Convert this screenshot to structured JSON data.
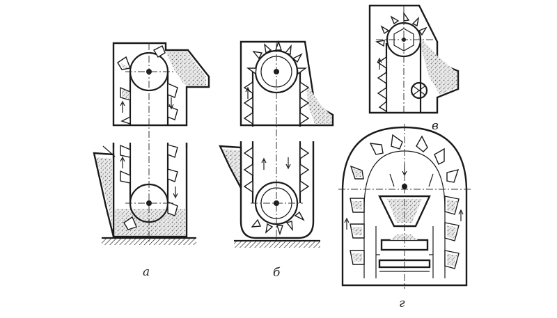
{
  "figure": {
    "panels": [
      {
        "id": "a",
        "label": "а"
      },
      {
        "id": "b",
        "label": "б"
      },
      {
        "id": "v",
        "label": "в"
      },
      {
        "id": "g",
        "label": "г"
      }
    ]
  },
  "colors": {
    "line": "#1a1a1a",
    "material": "#8a8a8a",
    "background": "#ffffff"
  }
}
